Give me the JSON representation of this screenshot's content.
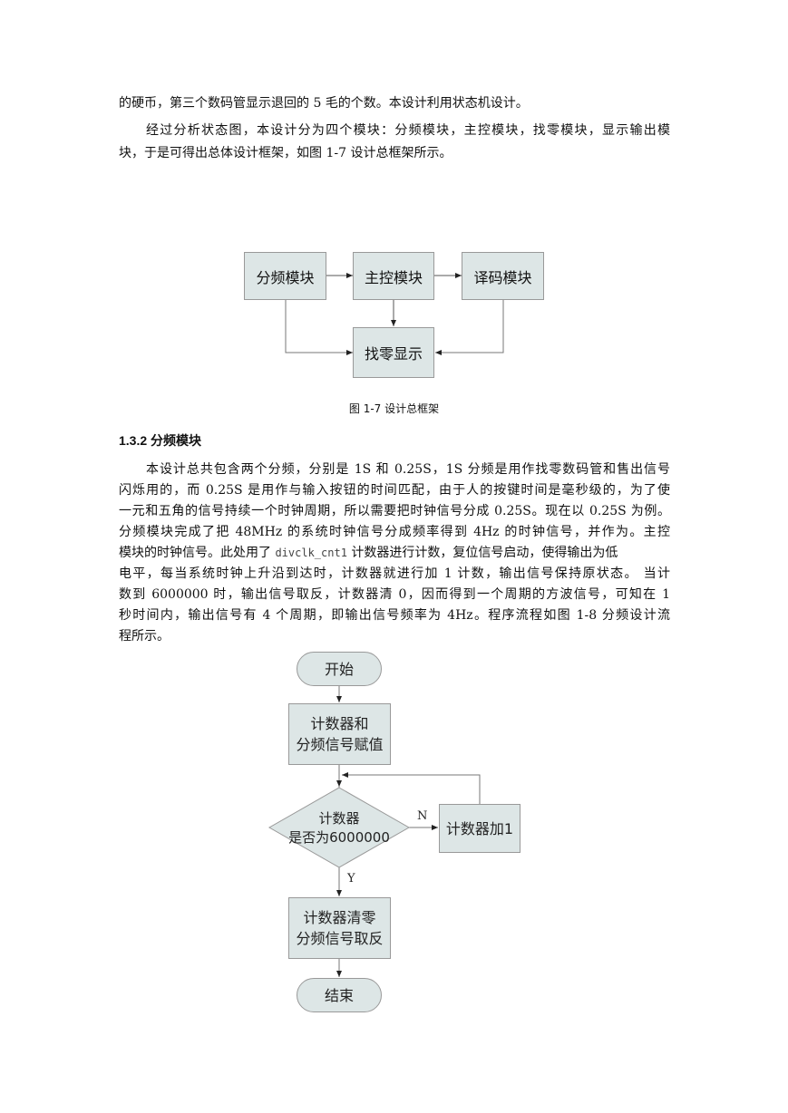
{
  "paragraphs": {
    "p1_line1": "的硬币，第三个数码管显示退回的 5 毛的个数。本设计利用状态机设计。",
    "p2_line1": "经过分析状态图，本设计分为四个模块：分频模块，主控模块，找零模块，显示输出模",
    "p2_line2": "块，于是可得出总体设计框架，如图  1-7  设计总框架所示。"
  },
  "figure_1_7": {
    "boxes": {
      "divider": "分频模块",
      "main_control": "主控模块",
      "decoder": "译码模块",
      "change_display": "找零显示"
    },
    "caption": "图  1-7  设计总框架"
  },
  "section": {
    "heading": "1.3.2  分频模块",
    "lines": [
      "本设计总共包含两个分频，分别是 1S 和 0.25S，1S 分频是用作找零数码管和售出信号",
      "闪烁用的，而 0.25S 是用作与输入按钮的时间匹配，由于人的按键时间是毫秒级的，为了使",
      "一元和五角的信号持续一个时钟周期，所以需要把时钟信号分成 0.25S。现在以 0.25S 为例。",
      "分频模块完成了把  48MHz 的系统时钟信号分成频率得到  4Hz 的时钟信号，并作为。主控",
      "电平，每当系统时钟上升沿到达时，计数器就进行加  1 计数，输出信号保持原状态。  当计",
      "数到 6000000  时，输出信号取反，计数器清 0，因而得到一个周期的方波信号，可知在 1",
      "秒时间内，输出信号有  4 个周期，即输出信号频率为  4Hz。程序流程如图  1-8  分频设计流",
      "程所示。"
    ],
    "line5_prefix": "模块的时钟信号。此处用了 ",
    "line5_code": "divclk_cnt1",
    "line5_suffix": " 计数器进行计数，复位信号启动，使得输出为低"
  },
  "figure_1_8": {
    "start": "开始",
    "init_line1": "计数器和",
    "init_line2": "分频信号赋值",
    "decision_line1": "计数器",
    "decision_line2": "是否为6000000",
    "increment": "计数器加1",
    "no_label": "N",
    "yes_label": "Y",
    "reset_line1": "计数器清零",
    "reset_line2": "分频信号取反",
    "end": "结束"
  },
  "colors": {
    "box_fill": "#dde6e6",
    "box_border": "#999999",
    "line": "#888888"
  }
}
